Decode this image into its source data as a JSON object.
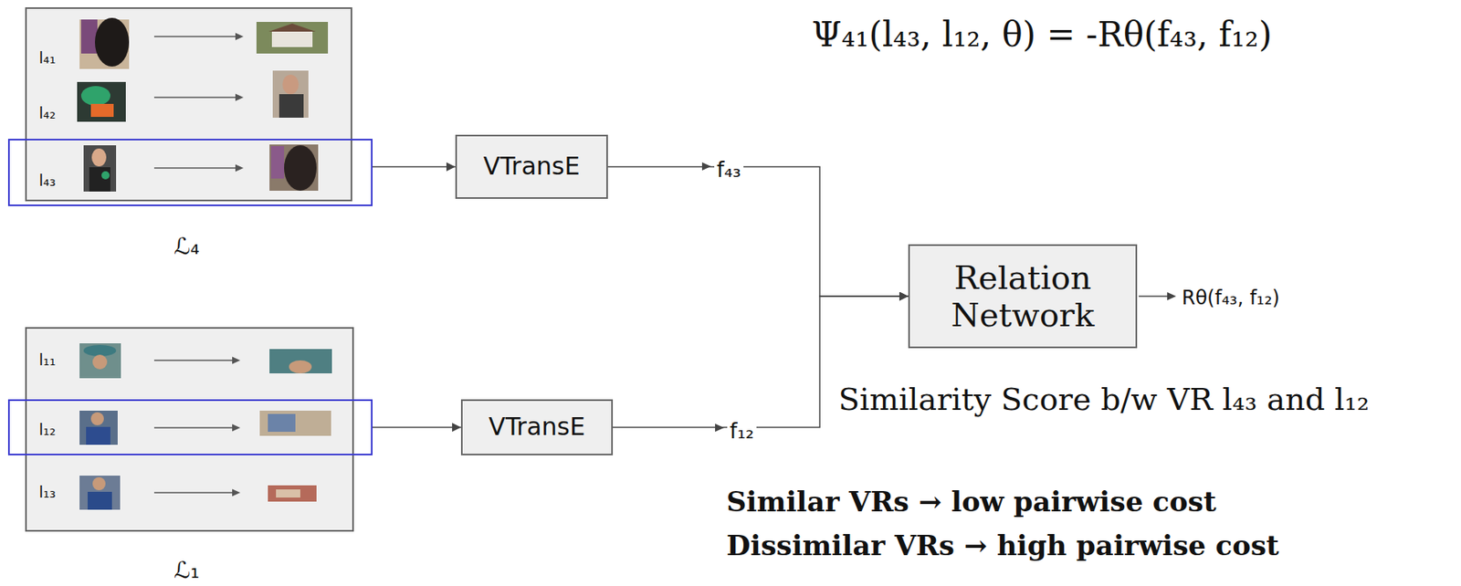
{
  "diagram": {
    "nodes": [
      {
        "text": [
          "l₄₁",
          "l₄₂",
          "ℒ₄"
        ]
      },
      {
        "text": [
          "l₄₃"
        ],
        "in": 0
      },
      {
        "text": [
          "VTransE"
        ]
      },
      {
        "text": [
          "l₁₁",
          "l₁₃",
          "ℒ₁"
        ]
      },
      {
        "text": [
          "l₁₂"
        ],
        "in": 3
      },
      {
        "text": [
          "VTransE"
        ]
      },
      {
        "text": [
          "Relation Network"
        ]
      }
    ],
    "edges": [
      {
        "from": 1,
        "to": 2,
        "arrow": "to"
      },
      {
        "from": 4,
        "to": 5,
        "arrow": "to"
      },
      {
        "from": 2,
        "to": 6,
        "label": "f₄₃",
        "arrow": "to"
      },
      {
        "from": 5,
        "to": 6,
        "label": "f₁₂",
        "arrow": "to"
      }
    ],
    "labels": [
      "Ψ₄₁(l₄₃, l₁₂, θ) = -Rθ(f₄₃, f₁₂)",
      "Rθ(f₄₃, f₁₂)",
      "Similarity Score b/w VR l₄₃ and l₁₂",
      "Similar VRs → low pairwise cost",
      "Dissimilar VRs → high pairwise cost"
    ]
  }
}
